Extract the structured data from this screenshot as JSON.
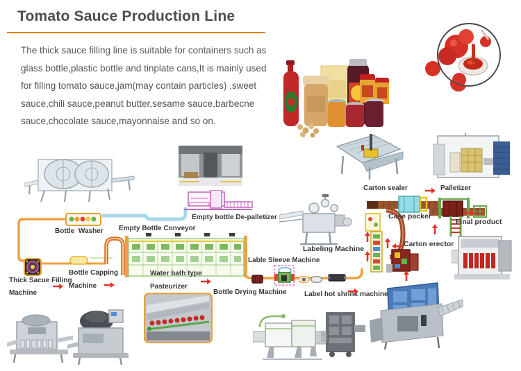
{
  "header": {
    "title": "Tomato Sauce Production Line",
    "accent_color": "#e8821e"
  },
  "description": {
    "lines": [
      "The thick sauce filling line is suitable for containers such as",
      "glass bottle,plastic bottle and tinplate cans,It is mainly used",
      "for filling tomato sauce,jam(may contain particles) ,sweet",
      "sauce,chili sauce,peanut butter,sesame sauce,barbecne",
      "sauce,chocolate sauce,mayonnaise and so on."
    ]
  },
  "diagram": {
    "labels": {
      "bottle_washer": "Bottle  Washer",
      "empty_bottle_conveyor": "Empty Bottle Conveyor",
      "empty_bottle_depalletizer": "Empty bottle De-palletizer",
      "carton_sealer": "Carton sealer",
      "palletizer": "Palletizer",
      "case_packer": "Case packer",
      "final_product": "Final product",
      "labeling_machine": "Labeling Machine",
      "carton_erector": "Carton erector",
      "lable_sleeve_machine": "Lable Sleeve Machine",
      "thick_filling_line1": "Thick Sacue Filling",
      "thick_filling_line2": "Machine",
      "bottle_capping_line1": "Bottle Capping",
      "bottle_capping_line2": "Machine",
      "water_bath_line1": "Water bath type",
      "water_bath_line2": "Pasteurizer",
      "bottle_drying": "Bottle Drying Machine",
      "label_hot_shrink": "Label hot shrink machine"
    },
    "flow_colors": {
      "conveyor_orange": "#f0a040",
      "conveyor_cyan": "#a8d8e8",
      "conveyor_brown": "#9a5530",
      "arrow_red": "#e43424"
    }
  }
}
